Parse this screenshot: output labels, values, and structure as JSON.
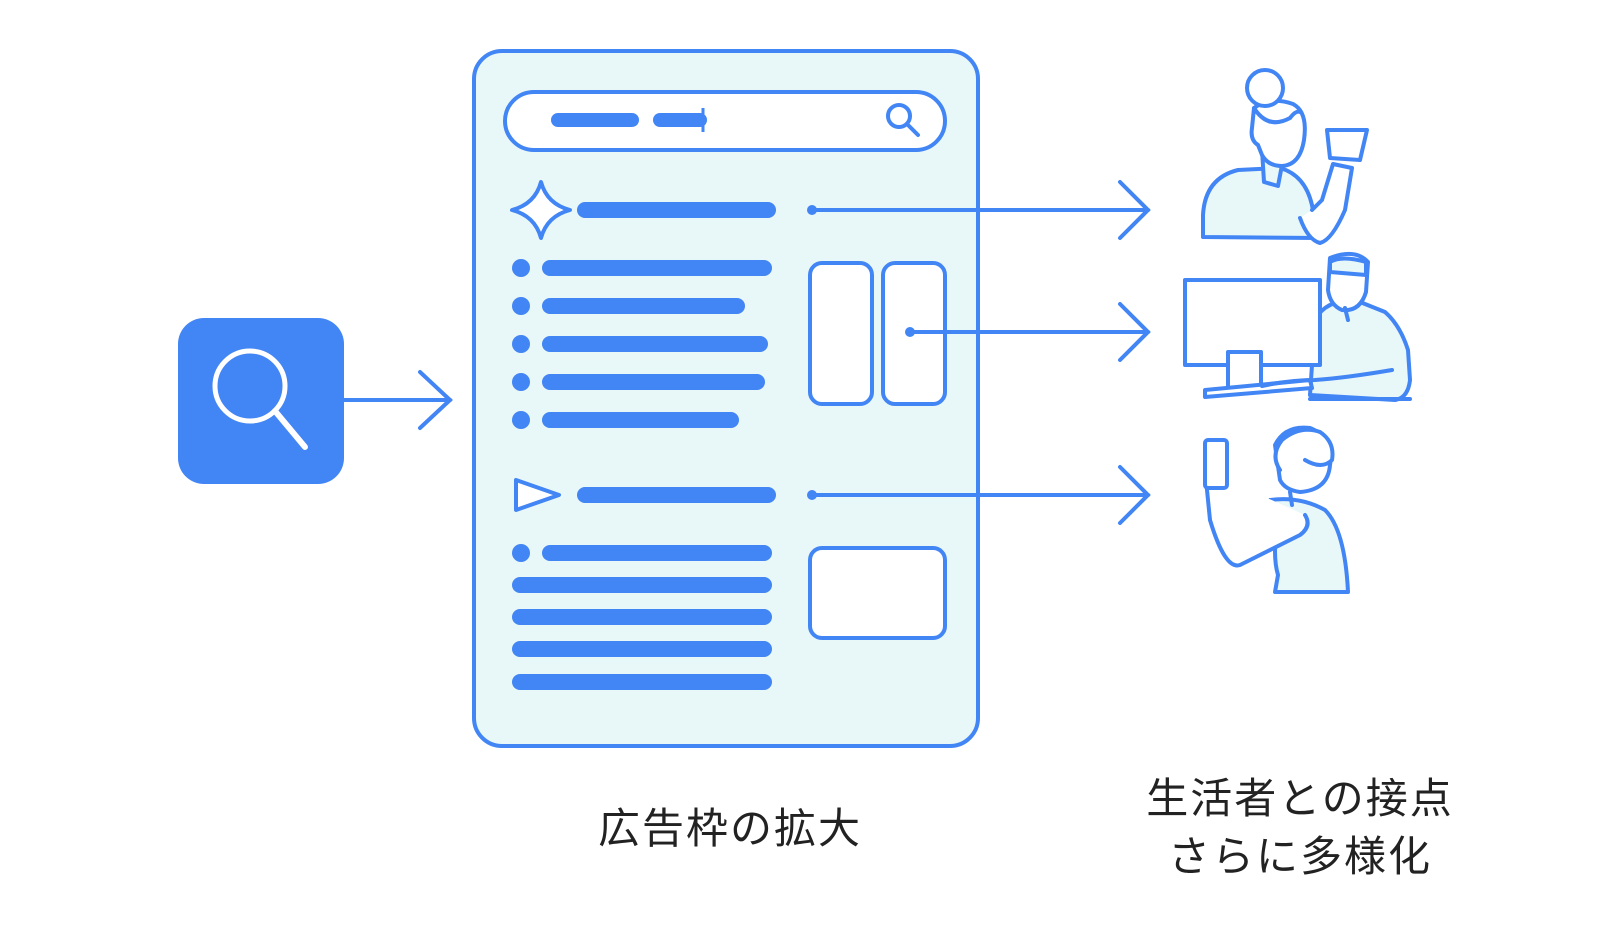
{
  "captions": {
    "ad_space": "広告枠の拡大",
    "touchpoints_line1": "生活者との接点",
    "touchpoints_line2": "さらに多様化"
  },
  "colors": {
    "primary": "#4285F4",
    "panel_fill": "#E8F7F8",
    "text": "#222222",
    "background": "#FFFFFF"
  },
  "icons": [
    "search-icon",
    "sparkle-icon",
    "play-icon",
    "magnifier-icon",
    "person-with-card-icon",
    "person-at-computer-icon",
    "person-with-phone-icon"
  ]
}
